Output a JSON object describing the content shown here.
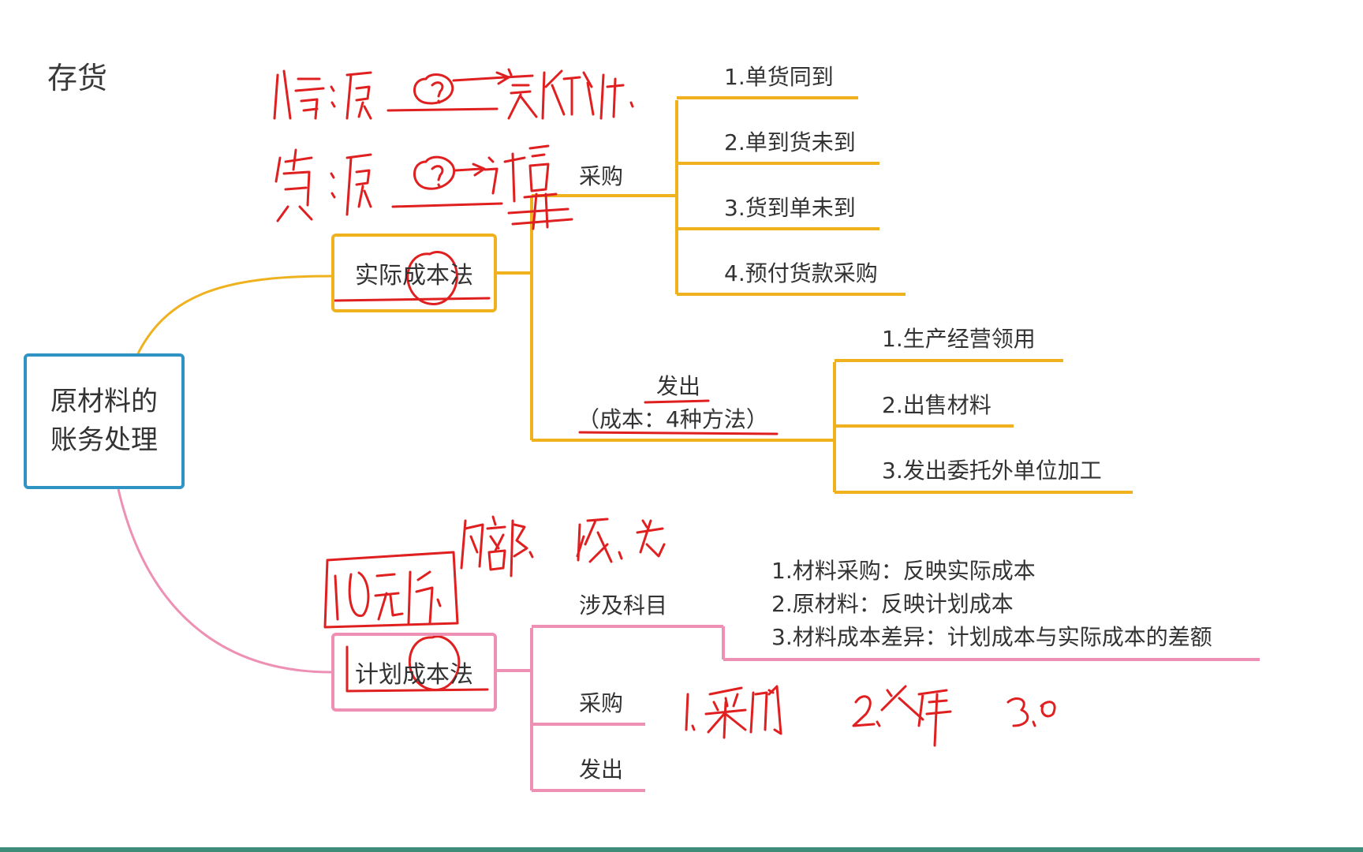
{
  "page_title": "存货",
  "root": {
    "line1": "原材料的",
    "line2": "账务处理"
  },
  "actual_cost": {
    "label": "实际成本法",
    "purchase": {
      "label": "采购",
      "items": [
        "1.单货同到",
        "2.单到货未到",
        "3.货到单未到",
        "4.预付货款采购"
      ]
    },
    "issue": {
      "label": "发出",
      "sublabel": "（成本：4种方法）",
      "items": [
        "1.生产经营领用",
        "2.出售材料",
        "3.发出委托外单位加工"
      ]
    }
  },
  "planned_cost": {
    "label": "计划成本法",
    "accounts": {
      "label": "涉及科目",
      "items": [
        "1.材料采购：反映实际成本",
        "2.原材料：反映计划成本",
        "3.材料成本差异：计划成本与实际成本的差额"
      ]
    },
    "purchase_label": "采购",
    "issue_label": "发出"
  },
  "colors": {
    "actual_branch": "#efb21e",
    "planned_branch": "#ee8fb4",
    "root_border": "#2f93c4",
    "annotation": "#e02020"
  }
}
